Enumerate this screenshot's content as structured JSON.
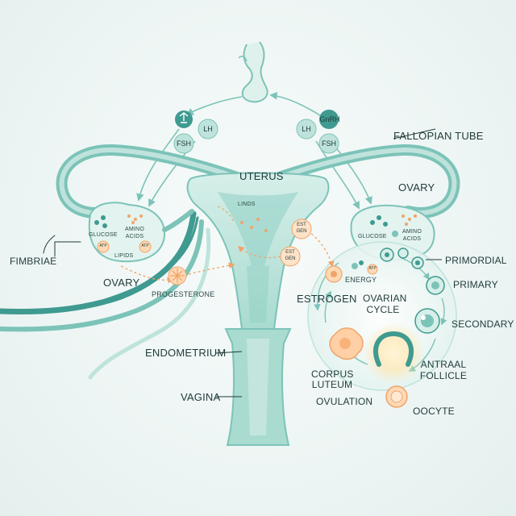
{
  "hormones": {
    "lh_left": "LH",
    "fsh_left": "FSH",
    "lh_right": "LH",
    "gnrh": "GnRH",
    "fsh_right": "FSH"
  },
  "labels": {
    "fallopian_tube": "FALLOPIAN TUBE",
    "uterus": "UTERUS",
    "linds": "LINDS",
    "ovary_right": "OVARY",
    "fimbriae": "FIMBRIAE",
    "ovary_left": "OVARY",
    "progesterone": "PROGESTERONE",
    "estrogen": "ESTROGEN",
    "energy": "ENERGY",
    "ovarian_cycle_1": "OVARIAN",
    "ovarian_cycle_2": "CYCLE",
    "endometrium": "ENDOMETRIUM",
    "vagina": "VAGINA",
    "corpus_1": "CORPUS",
    "corpus_2": "LUTEUM",
    "ovulation": "OVULATION",
    "oocyte": "OOCYTE",
    "primordial": "PRIMORDIAL",
    "primary": "PRIMARY",
    "secondary": "SECONDARY",
    "antral_1": "ANTRAAL",
    "antral_2": "FOLLICLE"
  },
  "ovary_left_nutrients": {
    "glucose": "GLUCOSE",
    "amino_1": "AMINO",
    "amino_2": "ACIDS",
    "lipids": "LIPIDS",
    "atp_a": "ATP",
    "atp_b": "ATP"
  },
  "ovary_right_nutrients": {
    "glucose": "GLUCOSE",
    "amino_1": "AMINO",
    "amino_2": "ACIDS",
    "atp": "ATP"
  },
  "estgen": {
    "a_1": "EST",
    "a_2": "GEN",
    "b_1": "EST",
    "b_2": "GEN"
  },
  "colors": {
    "teal_dark": "#3f9a90",
    "teal_mid": "#7cc3b8",
    "teal_light": "#bfe3dc",
    "orange": "#f2a86b",
    "ink": "#1f3a3a"
  }
}
